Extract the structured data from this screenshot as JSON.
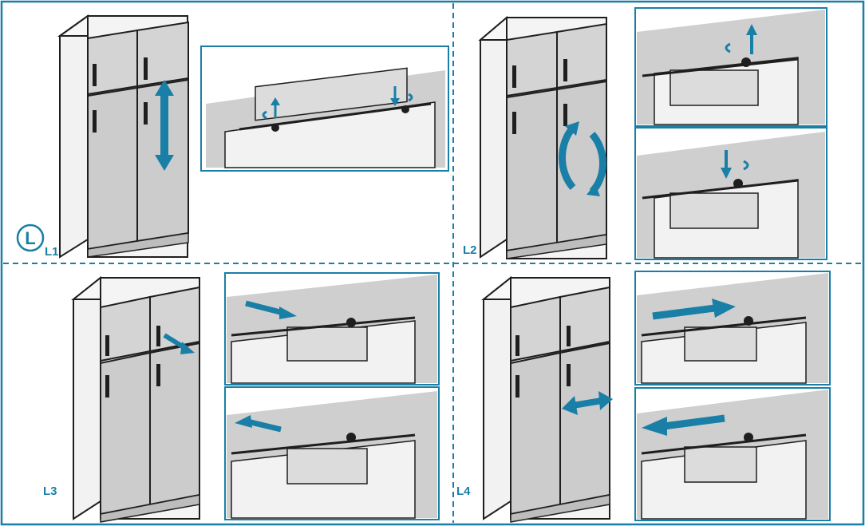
{
  "colors": {
    "accent": "#1a7fa6",
    "frame": "#1a7fa6",
    "outline": "#1e1e1e",
    "fridge_body": "#d2d2d2",
    "cabinet_face": "#f4f4f4",
    "door_panel": "#e3e3e3"
  },
  "panels": [
    {
      "id": "L1",
      "badge_letter": "L",
      "step_label": "L1",
      "arrow_type": "vertical-double",
      "detail_views": 1
    },
    {
      "id": "L2",
      "step_label": "L2",
      "arrow_type": "rotate",
      "detail_views": 2
    },
    {
      "id": "L3",
      "step_label": "L3",
      "arrow_type": "diagonal",
      "detail_views": 2
    },
    {
      "id": "L4",
      "step_label": "L4",
      "arrow_type": "horizontal-double",
      "detail_views": 2
    }
  ]
}
